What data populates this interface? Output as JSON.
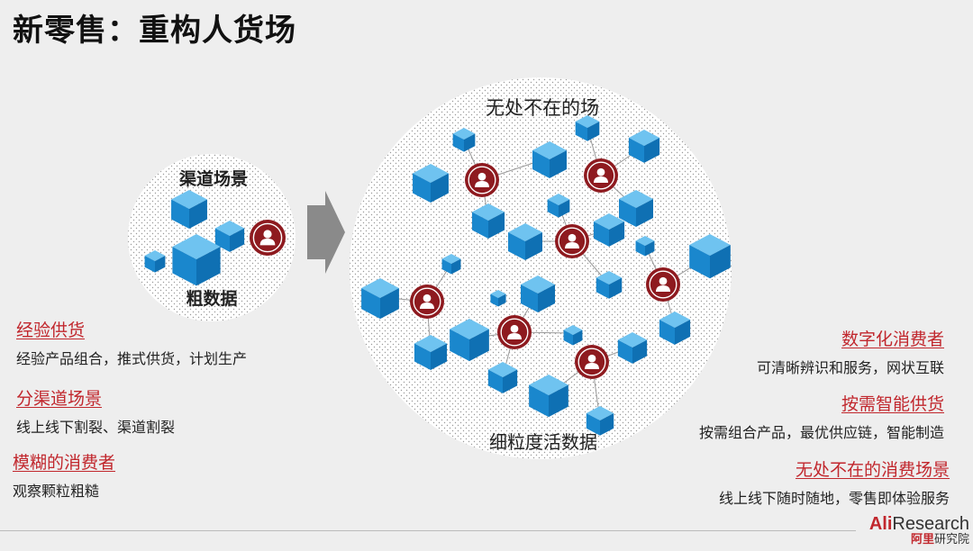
{
  "title": "新零售：重构人货场",
  "left_circle": {
    "top_label": "渠道场景",
    "bottom_label": "粗数据"
  },
  "right_circle": {
    "top_label": "无处不在的场",
    "bottom_label": "细粒度活数据"
  },
  "left_blocks": [
    {
      "heading": "经验供货",
      "desc": "经验产品组合，推式供货，计划生产"
    },
    {
      "heading": "分渠道场景",
      "desc": "线上线下割裂、渠道割裂"
    },
    {
      "heading": "模糊的消费者",
      "desc": "观察颗粒粗糙"
    }
  ],
  "right_blocks": [
    {
      "heading": "数字化消费者",
      "desc": "可清晰辨识和服务，网状互联"
    },
    {
      "heading": "按需智能供货",
      "desc": "按需组合产品，最优供应链，智能制造"
    },
    {
      "heading": "无处不在的消费场景",
      "desc": "线上线下随时随地，零售即体验服务"
    }
  ],
  "logo": {
    "brand_a": "Ali",
    "brand_b": "Research",
    "cn_a": "阿里",
    "cn_b": "研究院"
  },
  "colors": {
    "accent": "#c1272d",
    "cube_top": "#6fc3f0",
    "cube_left": "#1a87cd",
    "cube_right": "#0f70b3",
    "person_bg": "#8e1a1f"
  }
}
